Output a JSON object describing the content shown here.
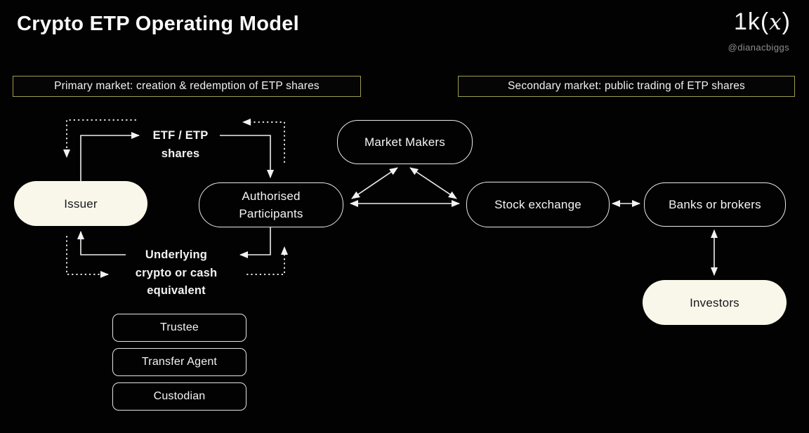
{
  "header": {
    "title": "Crypto ETP Operating Model",
    "logo": {
      "prefix": "1k(",
      "x": "x",
      "suffix": ")"
    },
    "handle": "@dianacbiggs"
  },
  "section_labels": {
    "primary": "Primary market: creation & redemption of ETP shares",
    "secondary": "Secondary market: public trading of ETP shares"
  },
  "nodes": {
    "issuer": {
      "label": "Issuer"
    },
    "etf_etp_shares": {
      "line1": "ETF / ETP",
      "line2": "shares"
    },
    "authorised_participants": {
      "line1": "Authorised",
      "line2": "Participants"
    },
    "market_makers": {
      "label": "Market Makers"
    },
    "stock_exchange": {
      "label": "Stock exchange"
    },
    "banks_or_brokers": {
      "label": "Banks or brokers"
    },
    "investors": {
      "label": "Investors"
    },
    "underlying": {
      "line1": "Underlying",
      "line2": "crypto or cash",
      "line3": "equivalent"
    },
    "trustee": {
      "label": "Trustee"
    },
    "transfer_agent": {
      "label": "Transfer Agent"
    },
    "custodian": {
      "label": "Custodian"
    }
  },
  "edges": [
    {
      "from": "issuer",
      "to": "etf_etp_shares",
      "style": "solid"
    },
    {
      "from": "etf_etp_shares",
      "to": "authorised_participants",
      "style": "solid"
    },
    {
      "from": "authorised_participants",
      "to": "underlying",
      "style": "solid"
    },
    {
      "from": "underlying",
      "to": "issuer",
      "style": "solid"
    },
    {
      "from": "authorised_participants",
      "to": "etf_etp_shares",
      "style": "dotted"
    },
    {
      "from": "etf_etp_shares",
      "to": "issuer",
      "style": "dotted"
    },
    {
      "from": "issuer",
      "to": "underlying",
      "style": "dotted"
    },
    {
      "from": "underlying",
      "to": "authorised_participants",
      "style": "dotted"
    },
    {
      "from": "authorised_participants",
      "to": "stock_exchange",
      "style": "solid-double"
    },
    {
      "from": "authorised_participants",
      "to": "market_makers",
      "style": "solid-double"
    },
    {
      "from": "market_makers",
      "to": "stock_exchange",
      "style": "solid-double"
    },
    {
      "from": "stock_exchange",
      "to": "banks_or_brokers",
      "style": "solid-double"
    },
    {
      "from": "banks_or_brokers",
      "to": "investors",
      "style": "solid-double"
    }
  ],
  "colors": {
    "background": "#020202",
    "node_fill_cream": "#f9f7e9",
    "node_border": "#e9e9e9",
    "line": "#ededed",
    "section_border": "#9d9d4f",
    "handle_gray": "#8f8f8f"
  }
}
